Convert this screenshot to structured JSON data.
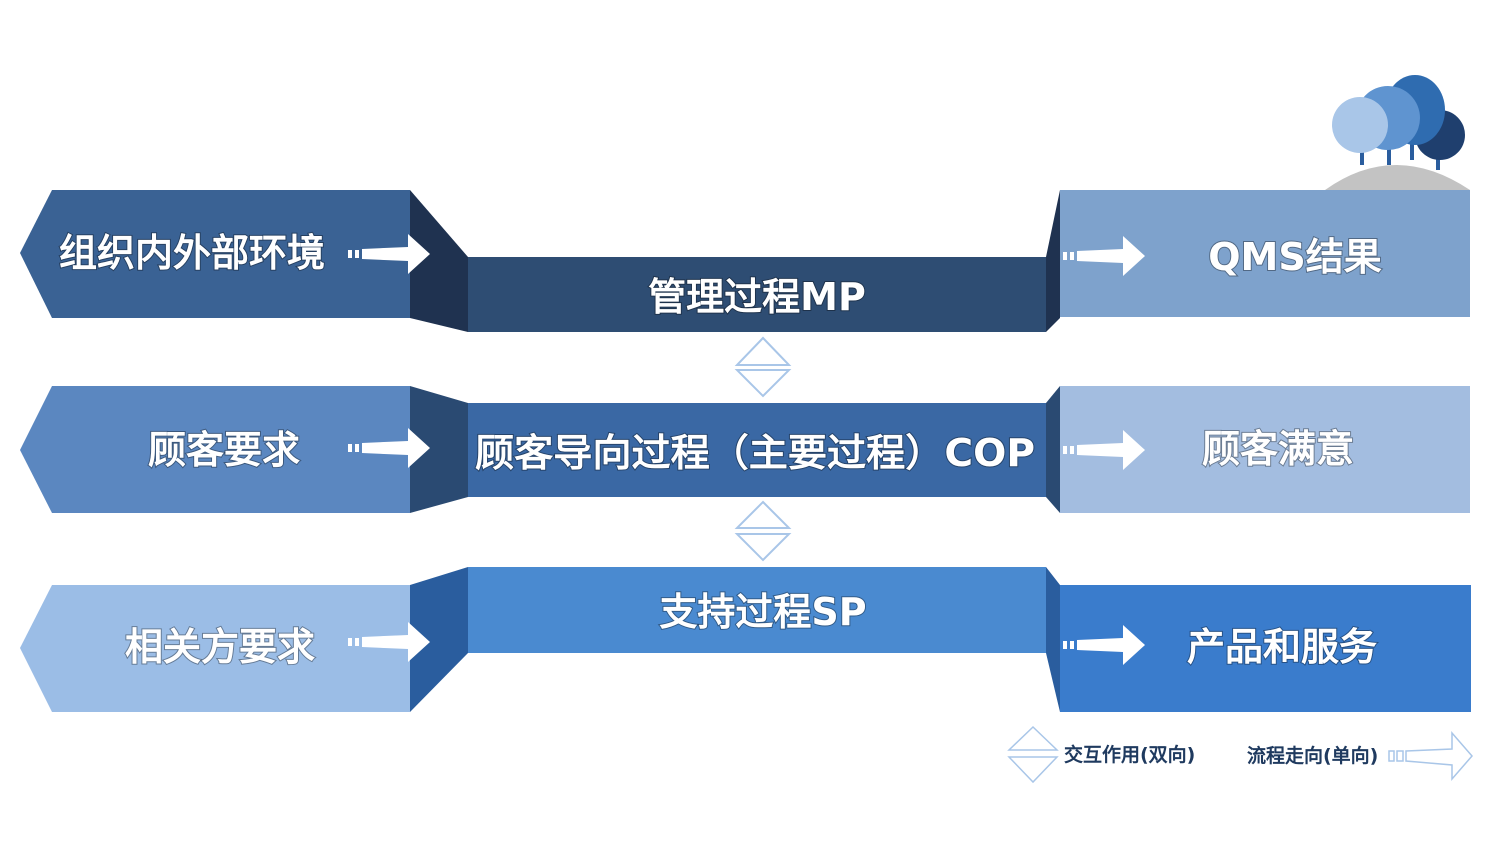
{
  "rows": [
    {
      "input": "组织内外部环境",
      "process": "管理过程MP",
      "output": "QMS结果"
    },
    {
      "input": "顾客要求",
      "process": "顾客导向过程（主要过程）COP",
      "output": "顾客满意"
    },
    {
      "input": "相关方要求",
      "process": "支持过程SP",
      "output": "产品和服务"
    }
  ],
  "legend": {
    "interaction": "交互作用(双向)",
    "flow": "流程走向(单向)"
  },
  "colors": {
    "dark": "#2e4d73",
    "mid": "#3f6ca8",
    "light": "#4a8ad0"
  }
}
